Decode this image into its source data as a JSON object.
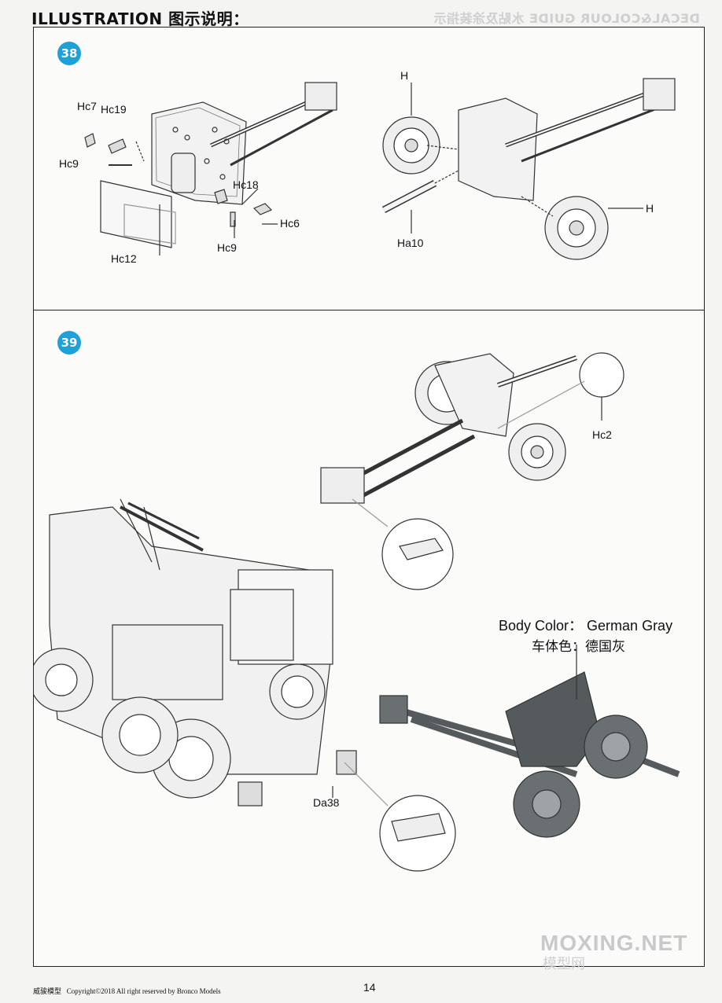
{
  "header": {
    "title": "ILLUSTRATION 图示说明：",
    "mirrored_text": "DECAL&COLOUR GUIDE 水贴及涂装指示"
  },
  "step38": {
    "number": "38",
    "labels": {
      "hc7": "Hc7",
      "hc19": "Hc19",
      "hc9_left": "Hc9",
      "hc18": "Hc18",
      "hc6": "Hc6",
      "hc9_bottom": "Hc9",
      "hc12": "Hc12",
      "h_top": "H",
      "h_right": "H",
      "ha10": "Ha10"
    }
  },
  "step39": {
    "number": "39",
    "labels": {
      "hc2": "Hc2",
      "da38": "Da38"
    },
    "body_color": {
      "en": "Body Color： German Gray",
      "cn": "车体色：德国灰"
    }
  },
  "footer": {
    "brand_cn": "威骏模型",
    "copyright": "Copyright©2018 All right reserved by Bronco Models",
    "page_number": "14"
  },
  "watermark": {
    "text": "MOXING.NET",
    "cn": "模型网"
  },
  "colors": {
    "badge": "#1ea0d8",
    "gun_gray": "#555a5c"
  }
}
